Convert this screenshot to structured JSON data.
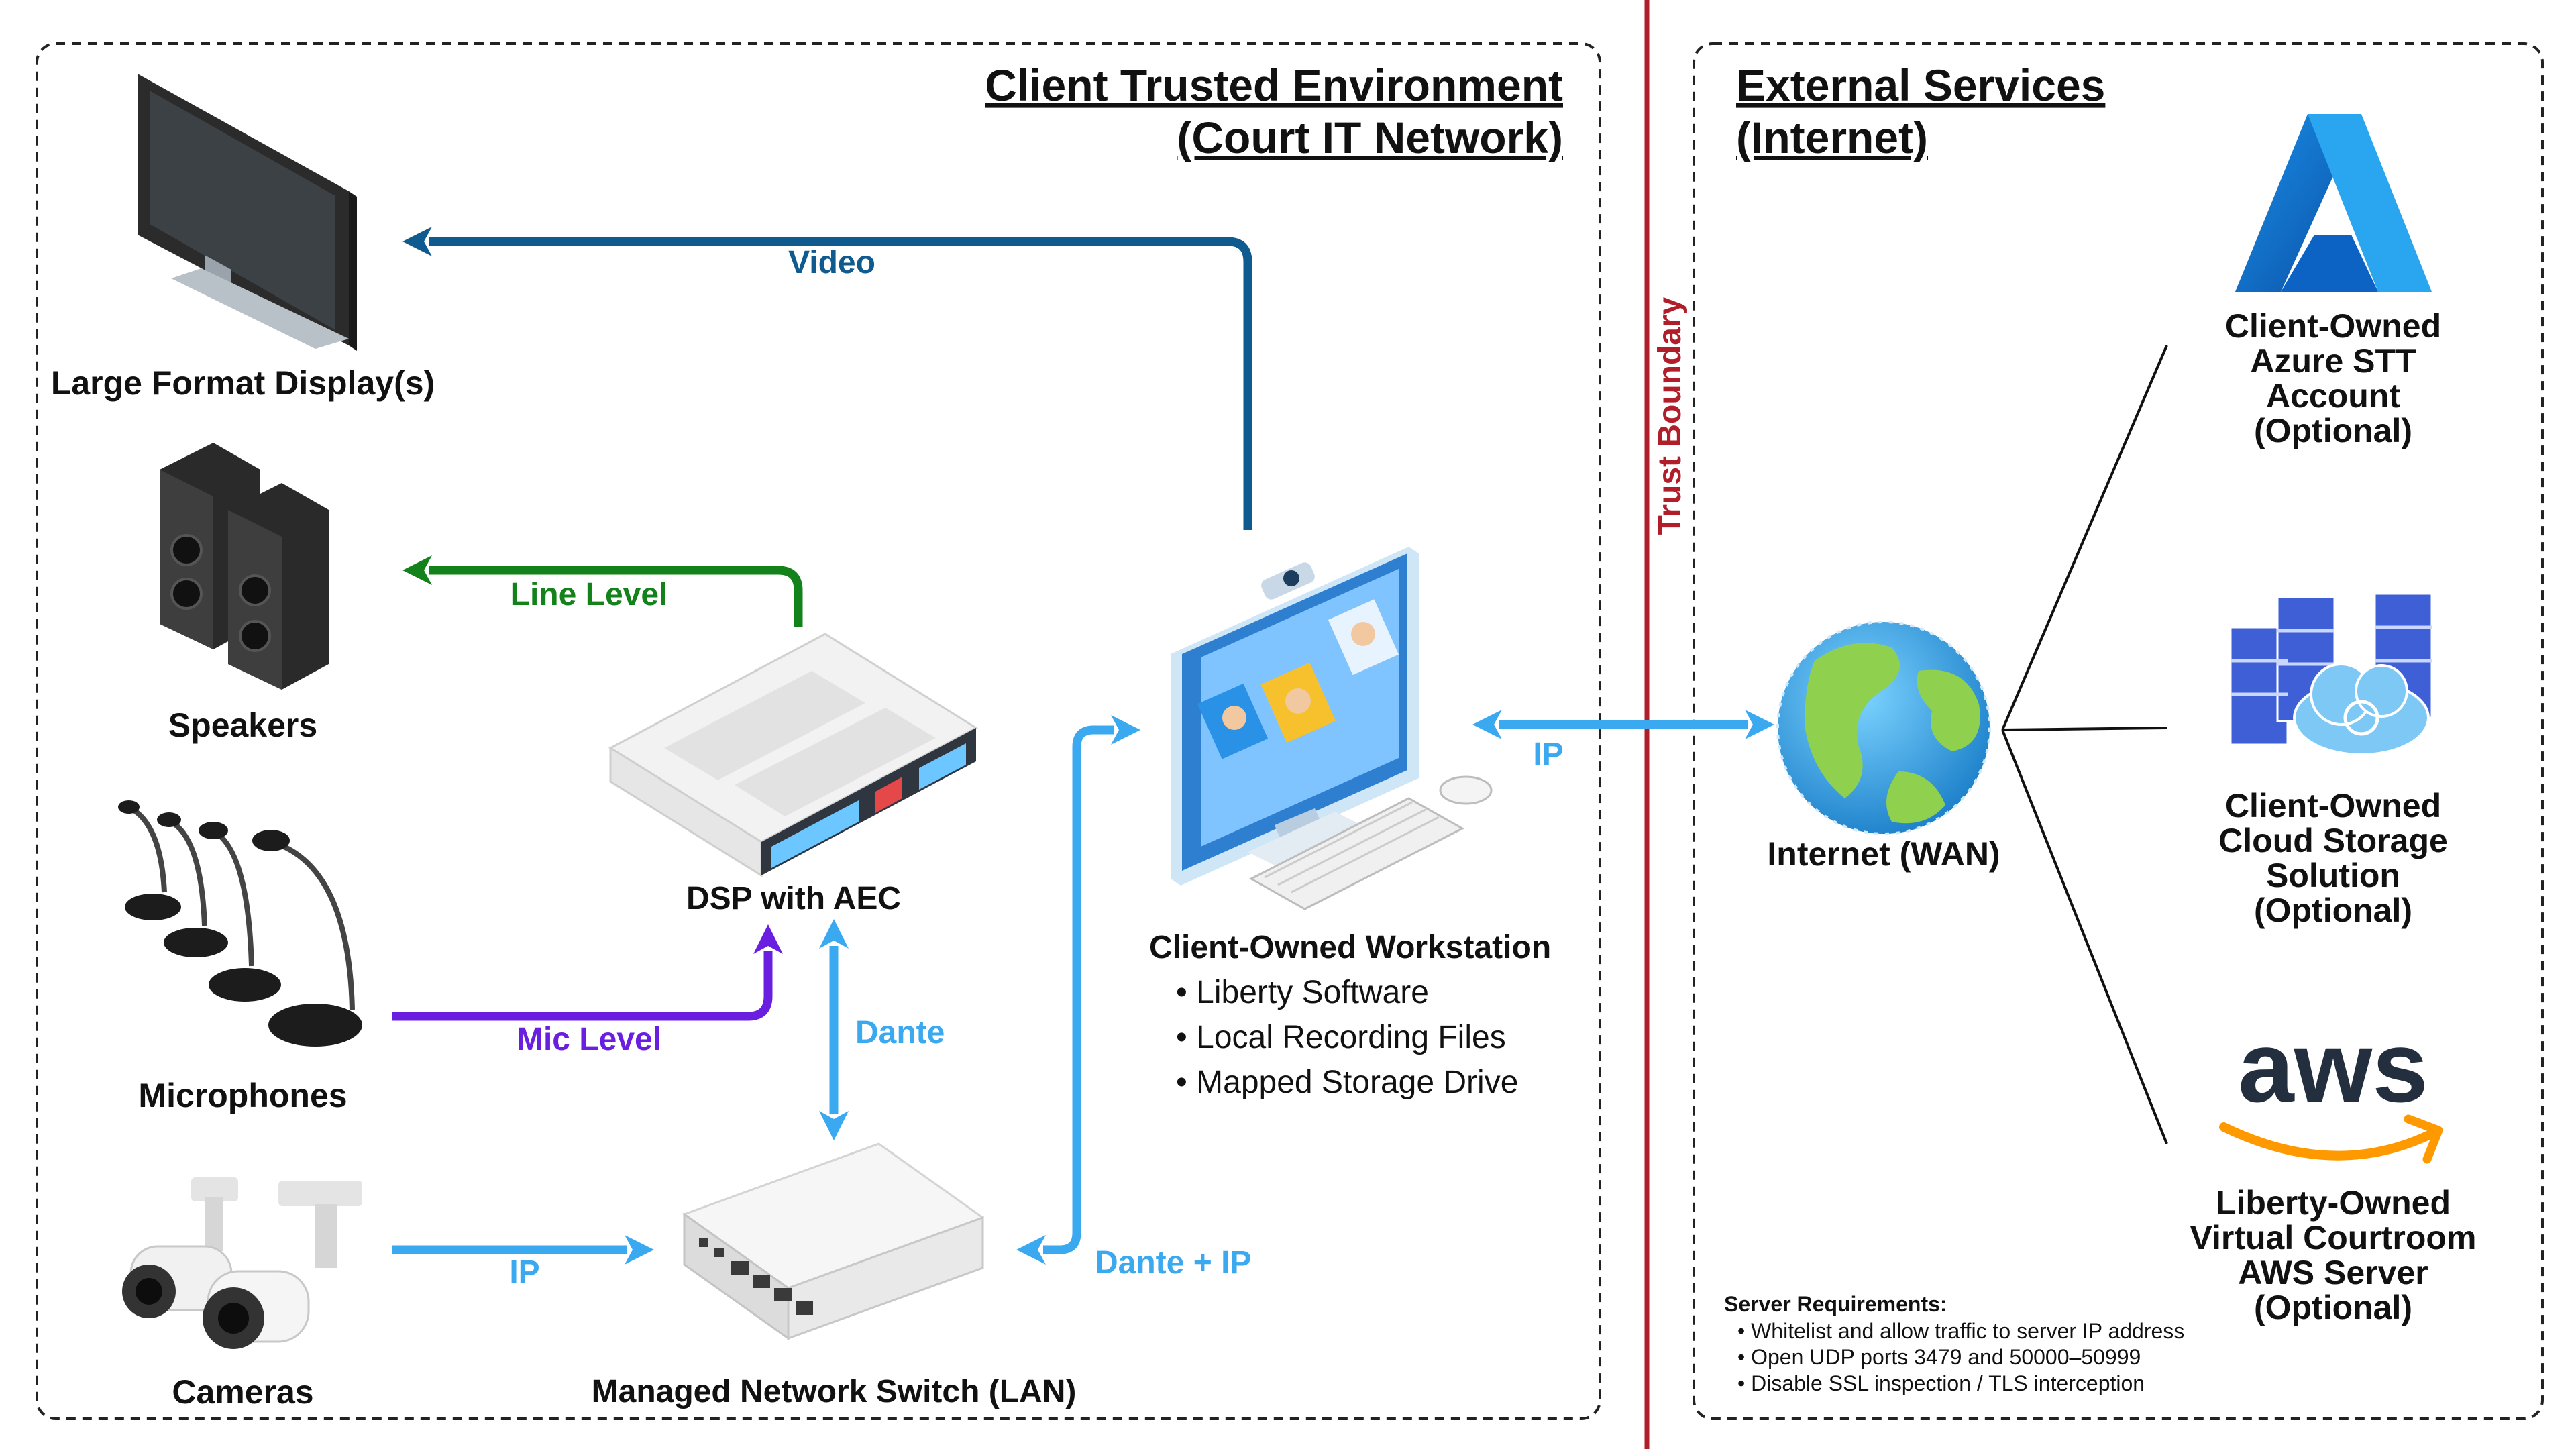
{
  "zones": {
    "client": {
      "title_line1": "Client Trusted Environment",
      "title_line2": "(Court IT Network)"
    },
    "external": {
      "title_line1": "External Services",
      "title_line2": "(Internet)"
    }
  },
  "trust_boundary": {
    "label": "Trust Boundary",
    "color": "#b01e2a"
  },
  "devices": {
    "display": {
      "label": "Large Format Display(s)",
      "icon": "monitor-icon"
    },
    "speakers": {
      "label": "Speakers",
      "icon": "speakers-icon"
    },
    "microphones": {
      "label": "Microphones",
      "icon": "microphones-icon"
    },
    "cameras": {
      "label": "Cameras",
      "icon": "cameras-icon"
    },
    "dsp": {
      "label": "DSP with AEC",
      "icon": "dsp-rack-icon"
    },
    "switch": {
      "label": "Managed Network Switch (LAN)",
      "icon": "network-switch-icon"
    },
    "workstation": {
      "label": "Client-Owned Workstation",
      "icon": "workstation-icon",
      "bullets": [
        "Liberty Software",
        "Local Recording Files",
        "Mapped Storage Drive"
      ]
    },
    "internet": {
      "label": "Internet (WAN)",
      "icon": "globe-icon"
    }
  },
  "services": {
    "azure": {
      "lines": [
        "Client-Owned",
        "Azure STT",
        "Account",
        "(Optional)"
      ],
      "icon": "azure-logo-icon"
    },
    "storage": {
      "lines": [
        "Client-Owned",
        "Cloud Storage",
        "Solution",
        "(Optional)"
      ],
      "icon": "cloud-storage-icon"
    },
    "aws": {
      "lines": [
        "Liberty-Owned",
        "Virtual Courtroom",
        "AWS Server",
        "(Optional)"
      ],
      "icon": "aws-logo-icon",
      "logo_text": "aws"
    }
  },
  "connections": {
    "video": {
      "label": "Video",
      "color": "#0f5a8e"
    },
    "line_level": {
      "label": "Line Level",
      "color": "#13821a"
    },
    "mic_level": {
      "label": "Mic Level",
      "color": "#6a1fe0"
    },
    "dante": {
      "label": "Dante",
      "color": "#3aa9f0"
    },
    "camera_ip": {
      "label": "IP",
      "color": "#3aa9f0"
    },
    "dante_ip": {
      "label": "Dante + IP",
      "color": "#3aa9f0"
    },
    "wan_ip": {
      "label": "IP",
      "color": "#3aa9f0"
    }
  },
  "server_requirements": {
    "title": "Server Requirements:",
    "items": [
      "Whitelist and allow traffic to server IP address",
      "Open UDP ports 3479 and 50000–50999",
      "Disable SSL inspection / TLS interception"
    ]
  }
}
